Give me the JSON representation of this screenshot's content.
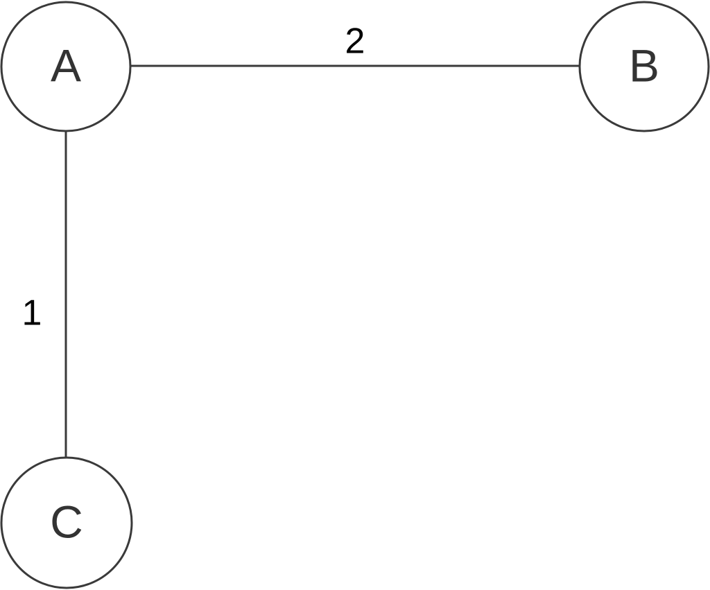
{
  "graph": {
    "nodes": [
      {
        "id": "A",
        "label": "A"
      },
      {
        "id": "B",
        "label": "B"
      },
      {
        "id": "C",
        "label": "C"
      }
    ],
    "edges": [
      {
        "from": "A",
        "to": "B",
        "weight": "2"
      },
      {
        "from": "A",
        "to": "C",
        "weight": "1"
      }
    ],
    "colors": {
      "stroke": "#3a3a3a",
      "node_fill": "#ffffff",
      "node_text": "#333333",
      "edge_text": "#000000"
    }
  }
}
